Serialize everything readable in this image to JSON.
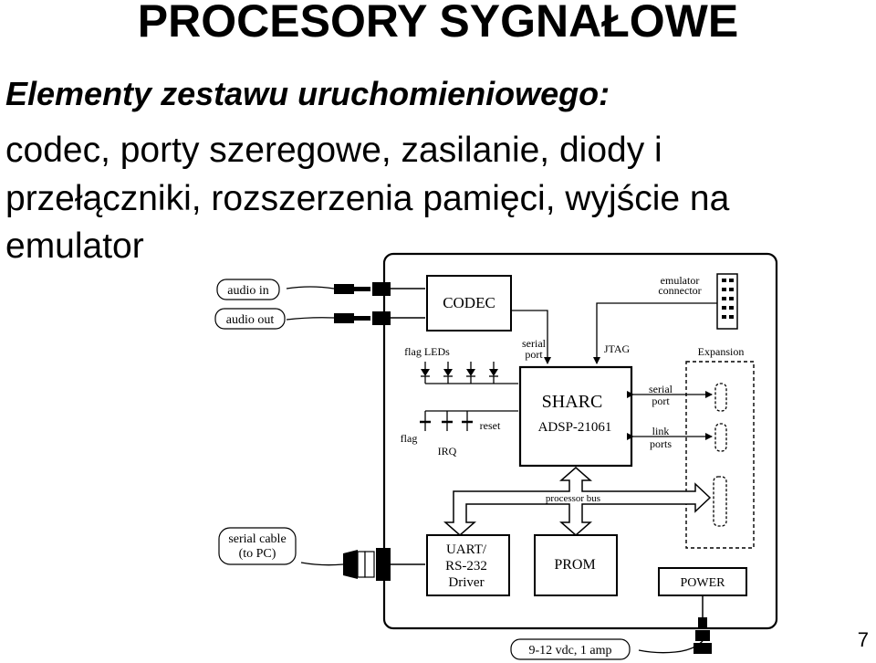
{
  "slide": {
    "title": "PROCESORY SYGNAŁOWE",
    "subtitle": "Elementy zestawu uruchomieniowego:",
    "body_lines": [
      "codec, porty szeregowe, zasilanie, diody i",
      "przełączniki, rozszerzenia pamięci, wyjście na",
      "emulator"
    ],
    "page_number": "7"
  },
  "diagram": {
    "labels": {
      "audio_in": "audio in",
      "audio_out": "audio out",
      "codec": "CODEC",
      "emulator_connector_1": "emulator",
      "emulator_connector_2": "connector",
      "flag_leds": "flag LEDs",
      "serial_port_top_1": "serial",
      "serial_port_top_2": "port",
      "jtag": "JTAG",
      "expansion": "Expansion",
      "sharc": "SHARC",
      "adsp": "ADSP-21061",
      "serial_port_right_1": "serial",
      "serial_port_right_2": "port",
      "link_ports_1": "link",
      "link_ports_2": "ports",
      "reset": "reset",
      "flag": "flag",
      "irq": "IRQ",
      "processor_bus": "processor bus",
      "serial_cable_1": "serial cable",
      "serial_cable_2": "(to PC)",
      "uart_1": "UART/",
      "uart_2": "RS-232",
      "uart_3": "Driver",
      "prom": "PROM",
      "power": "POWER",
      "power_supply": "9-12 vdc, 1 amp"
    }
  }
}
